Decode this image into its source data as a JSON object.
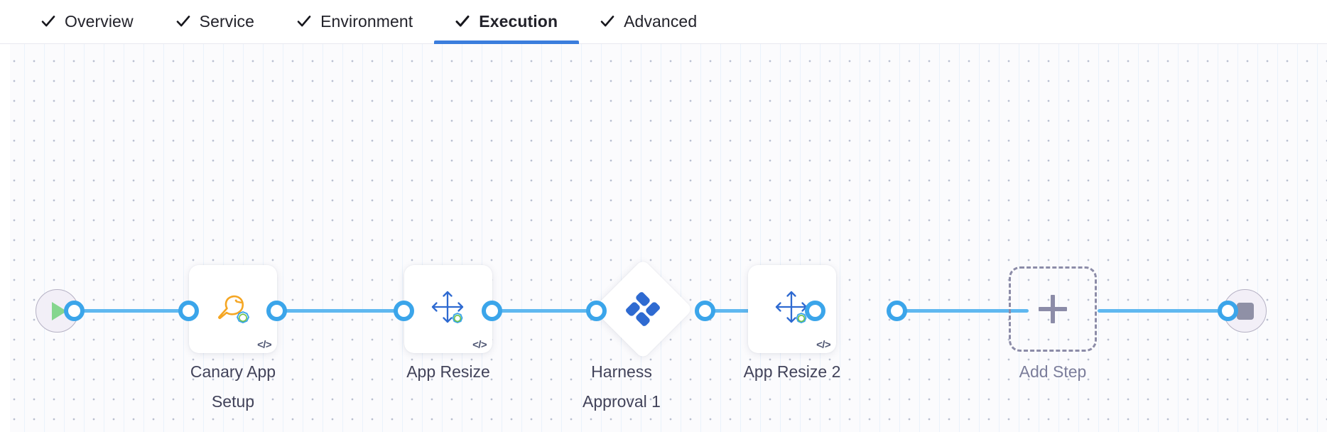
{
  "tabs": [
    {
      "label": "Overview",
      "icon": "check-icon",
      "completed": true,
      "active": false
    },
    {
      "label": "Service",
      "icon": "check-icon",
      "completed": true,
      "active": false
    },
    {
      "label": "Environment",
      "icon": "check-icon",
      "completed": true,
      "active": false
    },
    {
      "label": "Execution",
      "icon": "check-icon",
      "completed": true,
      "active": true
    },
    {
      "label": "Advanced",
      "icon": "check-icon",
      "completed": true,
      "active": false
    }
  ],
  "pipeline": {
    "start_node": {
      "name": "start-node",
      "icon": "play-icon"
    },
    "end_node": {
      "name": "end-node",
      "icon": "stop-icon"
    },
    "add_step": {
      "label": "Add Step",
      "icon": "plus-icon"
    },
    "steps": [
      {
        "label": "Canary App\nSetup",
        "icon": "canary-bird-icon",
        "shape": "card",
        "badge": "</>"
      },
      {
        "label": "App Resize",
        "icon": "resize-arrows-icon",
        "shape": "card",
        "badge": "</>"
      },
      {
        "label": "Harness\nApproval 1",
        "icon": "harness-logo-icon",
        "shape": "diamond",
        "badge": ""
      },
      {
        "label": "App Resize 2",
        "icon": "resize-arrows-icon",
        "shape": "card",
        "badge": "</>"
      }
    ]
  },
  "colors": {
    "accent_blue": "#3b7ddd",
    "connector_blue": "#5fb8f0",
    "connector_ring": "#3ba5ea",
    "canary_orange": "#f5a623",
    "harness_blue": "#2e6ad1",
    "play_green": "#85d68e",
    "stop_gray": "#8f90a6",
    "dashed_gray": "#8c8ca8",
    "label_text": "#42435a",
    "canvas_bg": "#fbfbfd"
  }
}
